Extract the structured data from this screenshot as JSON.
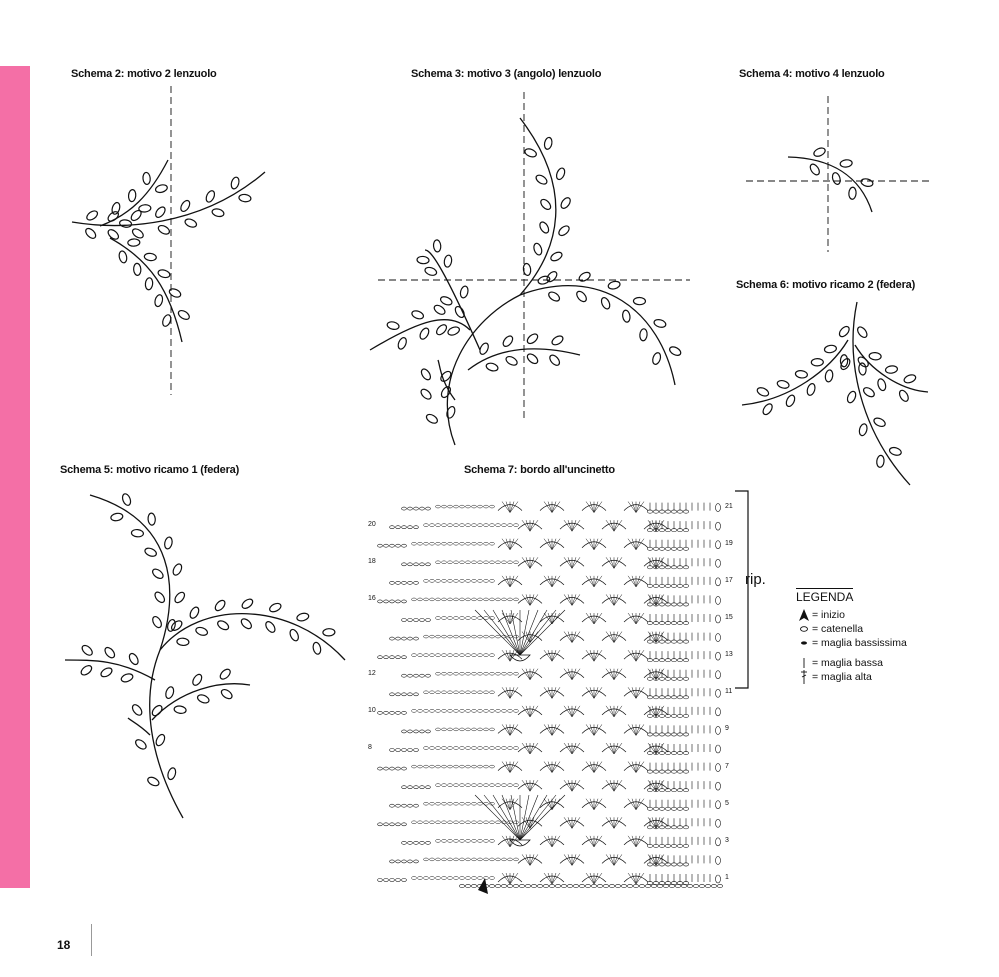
{
  "page": {
    "number": "18",
    "accent_color": "#f46fa6"
  },
  "schemas": {
    "s2": "Schema 2: motivo 2 lenzuolo",
    "s3": "Schema 3: motivo 3 (angolo) lenzuolo",
    "s4": "Schema 4: motivo 4 lenzuolo",
    "s5": "Schema 5: motivo ricamo 1 (federa)",
    "s6": "Schema 6: motivo ricamo 2 (federa)",
    "s7": "Schema 7: bordo all'uncinetto"
  },
  "chart": {
    "repeat_label": "rip.",
    "row_numbers_right": [
      "1",
      "3",
      "5",
      "7",
      "9",
      "11",
      "13",
      "15",
      "17",
      "19",
      "21"
    ],
    "row_numbers_left": [
      "8",
      "10",
      "12",
      "16",
      "18",
      "20"
    ]
  },
  "legend": {
    "title": "LEGENDA",
    "items": [
      {
        "icon": "start-arrow-icon",
        "label": "= inizio"
      },
      {
        "icon": "chain-oval-icon",
        "label": "= catenella"
      },
      {
        "icon": "slip-stitch-icon",
        "label": "= maglia bassissima"
      },
      {
        "icon": "single-crochet-icon",
        "label": "= maglia bassa"
      },
      {
        "icon": "double-crochet-icon",
        "label": "= maglia alta"
      }
    ]
  }
}
